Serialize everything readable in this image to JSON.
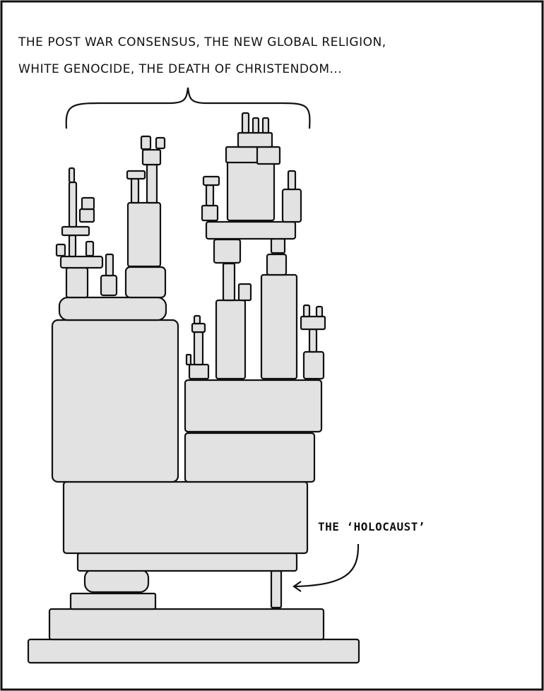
{
  "caption": {
    "line1": "THE POST WAR CONSENSUS, THE NEW GLOBAL RELIGION,",
    "line2": "WHITE GENOCIDE, THE DEATH OF CHRISTENDOM..."
  },
  "pillar_label": "THE ‘HOLOCAUST’",
  "colors": {
    "block_fill": "#e2e2e2",
    "ink": "#111111"
  }
}
